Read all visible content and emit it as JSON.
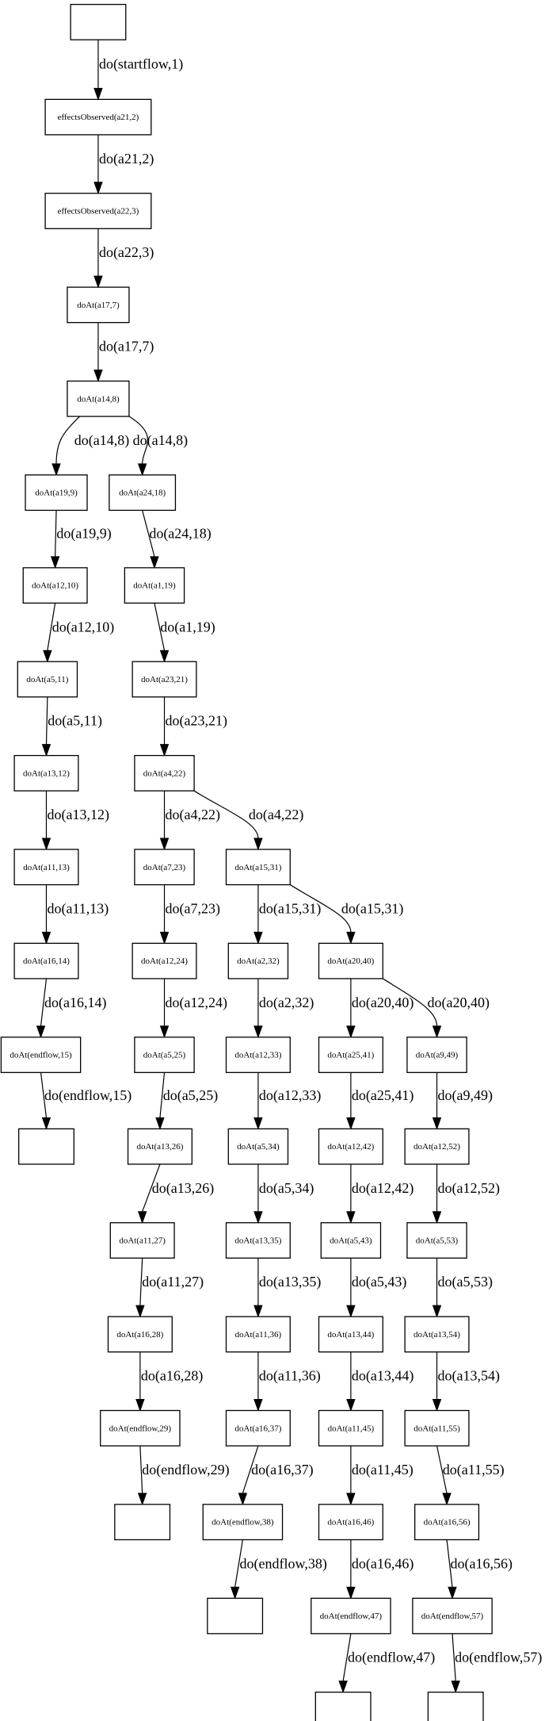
{
  "graph": {
    "type": "directed-flow-tree",
    "colors": {
      "stroke": "#000000",
      "fill": "#ffffff",
      "text": "#000000"
    },
    "nodes": [
      {
        "id": "n0",
        "label": ""
      },
      {
        "id": "n1",
        "label": "effectsObserved(a21,2)"
      },
      {
        "id": "n2",
        "label": "effectsObserved(a22,3)"
      },
      {
        "id": "n3",
        "label": "doAt(a17,7)"
      },
      {
        "id": "n4",
        "label": "doAt(a14,8)"
      },
      {
        "id": "n5",
        "label": "doAt(a19,9)"
      },
      {
        "id": "n6",
        "label": "doAt(a24,18)"
      },
      {
        "id": "n7",
        "label": "doAt(a12,10)"
      },
      {
        "id": "n8",
        "label": "doAt(a1,19)"
      },
      {
        "id": "n9",
        "label": "doAt(a5,11)"
      },
      {
        "id": "n10",
        "label": "doAt(a23,21)"
      },
      {
        "id": "n11",
        "label": "doAt(a13,12)"
      },
      {
        "id": "n12",
        "label": "doAt(a4,22)"
      },
      {
        "id": "n13",
        "label": "doAt(a11,13)"
      },
      {
        "id": "n14",
        "label": "doAt(a7,23)"
      },
      {
        "id": "n15",
        "label": "doAt(a15,31)"
      },
      {
        "id": "n16",
        "label": "doAt(a16,14)"
      },
      {
        "id": "n17",
        "label": "doAt(a12,24)"
      },
      {
        "id": "n18",
        "label": "doAt(a2,32)"
      },
      {
        "id": "n19",
        "label": "doAt(a20,40)"
      },
      {
        "id": "n20",
        "label": "doAt(endflow,15)"
      },
      {
        "id": "n21",
        "label": "doAt(a5,25)"
      },
      {
        "id": "n22",
        "label": "doAt(a12,33)"
      },
      {
        "id": "n23",
        "label": "doAt(a25,41)"
      },
      {
        "id": "n24",
        "label": "doAt(a9,49)"
      },
      {
        "id": "n25",
        "label": ""
      },
      {
        "id": "n26",
        "label": "doAt(a13,26)"
      },
      {
        "id": "n27",
        "label": "doAt(a5,34)"
      },
      {
        "id": "n28",
        "label": "doAt(a12,42)"
      },
      {
        "id": "n29",
        "label": "doAt(a12,52)"
      },
      {
        "id": "n30",
        "label": "doAt(a11,27)"
      },
      {
        "id": "n31",
        "label": "doAt(a13,35)"
      },
      {
        "id": "n32",
        "label": "doAt(a5,43)"
      },
      {
        "id": "n33",
        "label": "doAt(a5,53)"
      },
      {
        "id": "n34",
        "label": "doAt(a16,28)"
      },
      {
        "id": "n35",
        "label": "doAt(a11,36)"
      },
      {
        "id": "n36",
        "label": "doAt(a13,44)"
      },
      {
        "id": "n37",
        "label": "doAt(a13,54)"
      },
      {
        "id": "n38",
        "label": "doAt(endflow,29)"
      },
      {
        "id": "n39",
        "label": "doAt(a16,37)"
      },
      {
        "id": "n40",
        "label": "doAt(a11,45)"
      },
      {
        "id": "n41",
        "label": "doAt(a11,55)"
      },
      {
        "id": "n42",
        "label": ""
      },
      {
        "id": "n43",
        "label": "doAt(endflow,38)"
      },
      {
        "id": "n44",
        "label": "doAt(a16,46)"
      },
      {
        "id": "n45",
        "label": "doAt(a16,56)"
      },
      {
        "id": "n46",
        "label": ""
      },
      {
        "id": "n47",
        "label": "doAt(endflow,47)"
      },
      {
        "id": "n48",
        "label": "doAt(endflow,57)"
      },
      {
        "id": "n49",
        "label": ""
      },
      {
        "id": "n50",
        "label": ""
      }
    ],
    "edges": [
      {
        "from": "n0",
        "to": "n1",
        "label": "do(startflow,1)"
      },
      {
        "from": "n1",
        "to": "n2",
        "label": "do(a21,2)"
      },
      {
        "from": "n2",
        "to": "n3",
        "label": "do(a22,3)"
      },
      {
        "from": "n3",
        "to": "n4",
        "label": "do(a17,7)"
      },
      {
        "from": "n4",
        "to": "n5",
        "label": "do(a14,8)"
      },
      {
        "from": "n4",
        "to": "n6",
        "label": "do(a14,8)"
      },
      {
        "from": "n5",
        "to": "n7",
        "label": "do(a19,9)"
      },
      {
        "from": "n6",
        "to": "n8",
        "label": "do(a24,18)"
      },
      {
        "from": "n7",
        "to": "n9",
        "label": "do(a12,10)"
      },
      {
        "from": "n8",
        "to": "n10",
        "label": "do(a1,19)"
      },
      {
        "from": "n9",
        "to": "n11",
        "label": "do(a5,11)"
      },
      {
        "from": "n10",
        "to": "n12",
        "label": "do(a23,21)"
      },
      {
        "from": "n11",
        "to": "n13",
        "label": "do(a13,12)"
      },
      {
        "from": "n12",
        "to": "n14",
        "label": "do(a4,22)"
      },
      {
        "from": "n12",
        "to": "n15",
        "label": "do(a4,22)"
      },
      {
        "from": "n13",
        "to": "n16",
        "label": "do(a11,13)"
      },
      {
        "from": "n14",
        "to": "n17",
        "label": "do(a7,23)"
      },
      {
        "from": "n15",
        "to": "n18",
        "label": "do(a15,31)"
      },
      {
        "from": "n15",
        "to": "n19",
        "label": "do(a15,31)"
      },
      {
        "from": "n16",
        "to": "n20",
        "label": "do(a16,14)"
      },
      {
        "from": "n17",
        "to": "n21",
        "label": "do(a12,24)"
      },
      {
        "from": "n18",
        "to": "n22",
        "label": "do(a2,32)"
      },
      {
        "from": "n19",
        "to": "n23",
        "label": "do(a20,40)"
      },
      {
        "from": "n19",
        "to": "n24",
        "label": "do(a20,40)"
      },
      {
        "from": "n20",
        "to": "n25",
        "label": "do(endflow,15)"
      },
      {
        "from": "n21",
        "to": "n26",
        "label": "do(a5,25)"
      },
      {
        "from": "n22",
        "to": "n27",
        "label": "do(a12,33)"
      },
      {
        "from": "n23",
        "to": "n28",
        "label": "do(a25,41)"
      },
      {
        "from": "n24",
        "to": "n29",
        "label": "do(a9,49)"
      },
      {
        "from": "n26",
        "to": "n30",
        "label": "do(a13,26)"
      },
      {
        "from": "n27",
        "to": "n31",
        "label": "do(a5,34)"
      },
      {
        "from": "n28",
        "to": "n32",
        "label": "do(a12,42)"
      },
      {
        "from": "n29",
        "to": "n33",
        "label": "do(a12,52)"
      },
      {
        "from": "n30",
        "to": "n34",
        "label": "do(a11,27)"
      },
      {
        "from": "n31",
        "to": "n35",
        "label": "do(a13,35)"
      },
      {
        "from": "n32",
        "to": "n36",
        "label": "do(a5,43)"
      },
      {
        "from": "n33",
        "to": "n37",
        "label": "do(a5,53)"
      },
      {
        "from": "n34",
        "to": "n38",
        "label": "do(a16,28)"
      },
      {
        "from": "n35",
        "to": "n39",
        "label": "do(a11,36)"
      },
      {
        "from": "n36",
        "to": "n40",
        "label": "do(a13,44)"
      },
      {
        "from": "n37",
        "to": "n41",
        "label": "do(a13,54)"
      },
      {
        "from": "n38",
        "to": "n42",
        "label": "do(endflow,29)"
      },
      {
        "from": "n39",
        "to": "n43",
        "label": "do(a16,37)"
      },
      {
        "from": "n40",
        "to": "n44",
        "label": "do(a11,45)"
      },
      {
        "from": "n41",
        "to": "n45",
        "label": "do(a11,55)"
      },
      {
        "from": "n43",
        "to": "n46",
        "label": "do(endflow,38)"
      },
      {
        "from": "n44",
        "to": "n47",
        "label": "do(a16,46)"
      },
      {
        "from": "n45",
        "to": "n48",
        "label": "do(a16,56)"
      },
      {
        "from": "n47",
        "to": "n49",
        "label": "do(endflow,47)"
      },
      {
        "from": "n48",
        "to": "n50",
        "label": "do(endflow,57)"
      }
    ]
  }
}
